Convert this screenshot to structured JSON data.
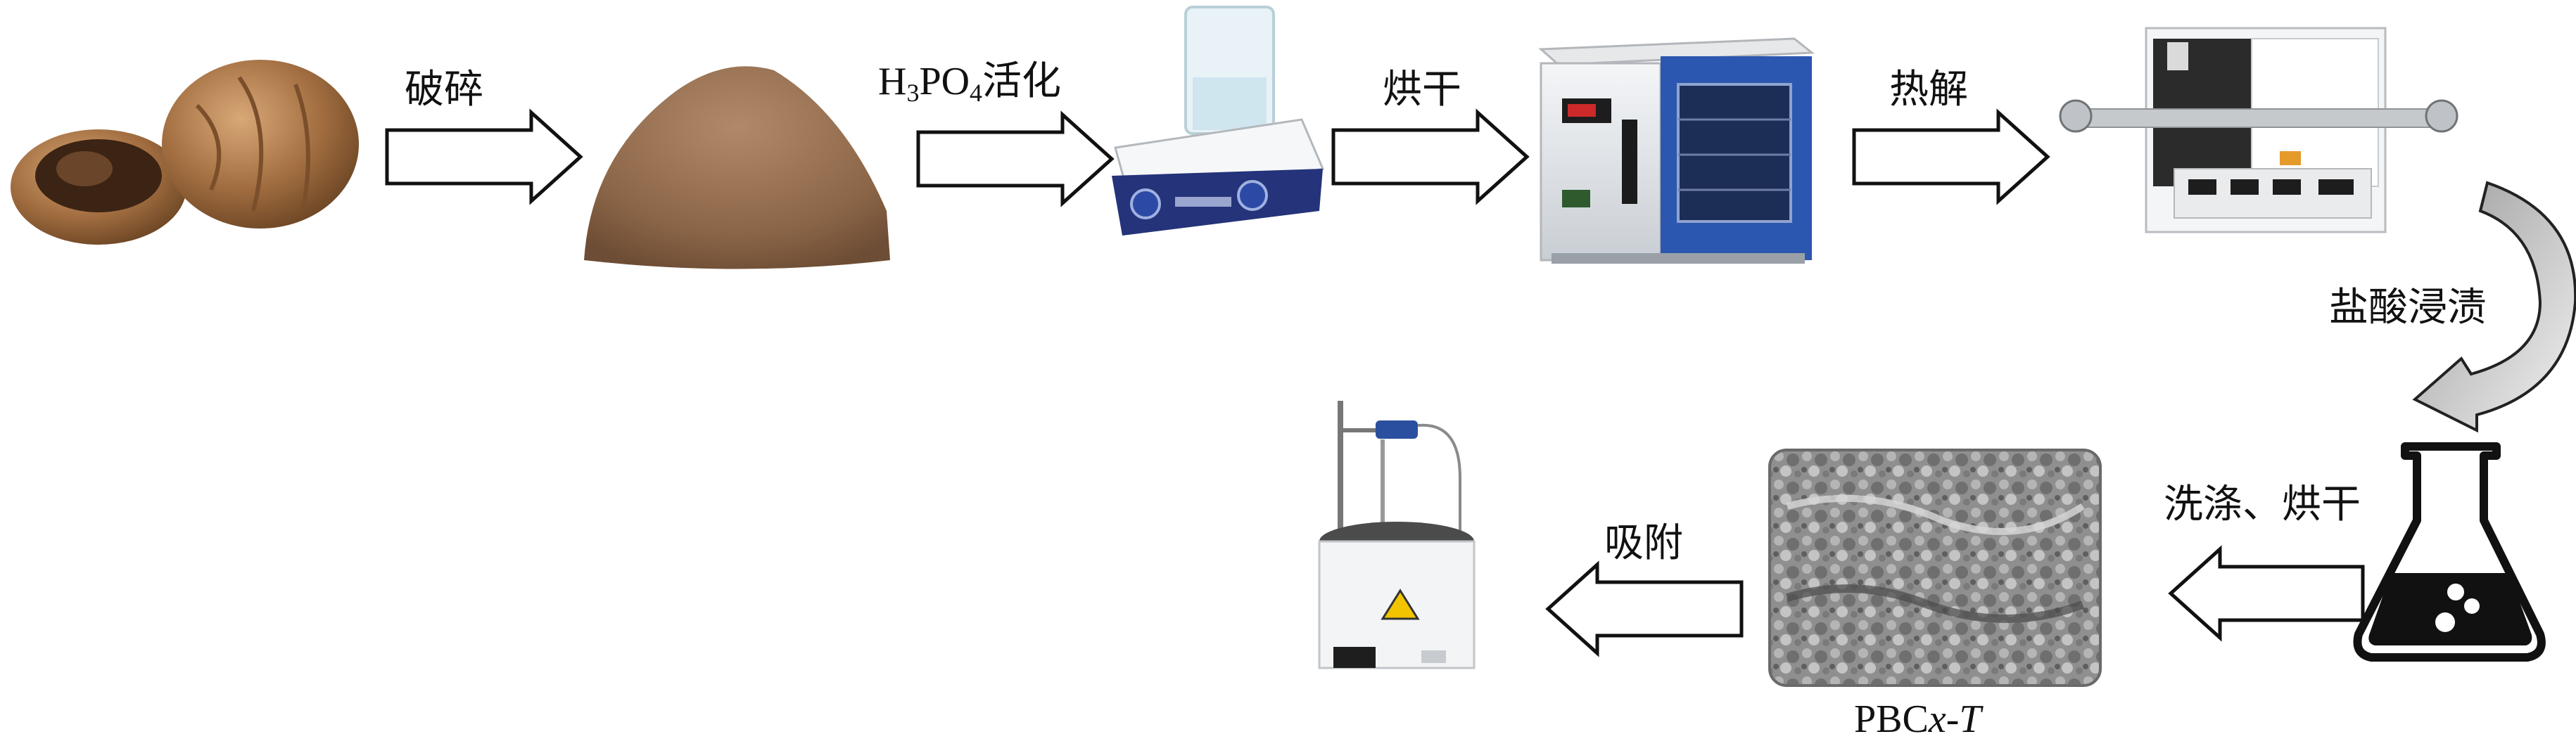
{
  "steps": {
    "crush": "破碎",
    "activation_prefix": "H",
    "activation_sub1": "3",
    "activation_mid": "PO",
    "activation_sub2": "4",
    "activation_suffix": "活化",
    "dry1": "烘干",
    "pyrolysis": "热解",
    "acid_impregnation": "盐酸浸渍",
    "wash_dry": "洗涤、烘干",
    "adsorption": "吸附"
  },
  "product": {
    "prefix": "PBC",
    "x": "x",
    "dash": "-",
    "T": "T"
  },
  "colors": {
    "arrow_stroke": "#111111",
    "arrow_fill": "#ffffff",
    "walnut": "#9a6a3e",
    "powder": "#8d6a4e",
    "oven_blue": "#2a4f9e",
    "sem": "#9a9a9a"
  }
}
